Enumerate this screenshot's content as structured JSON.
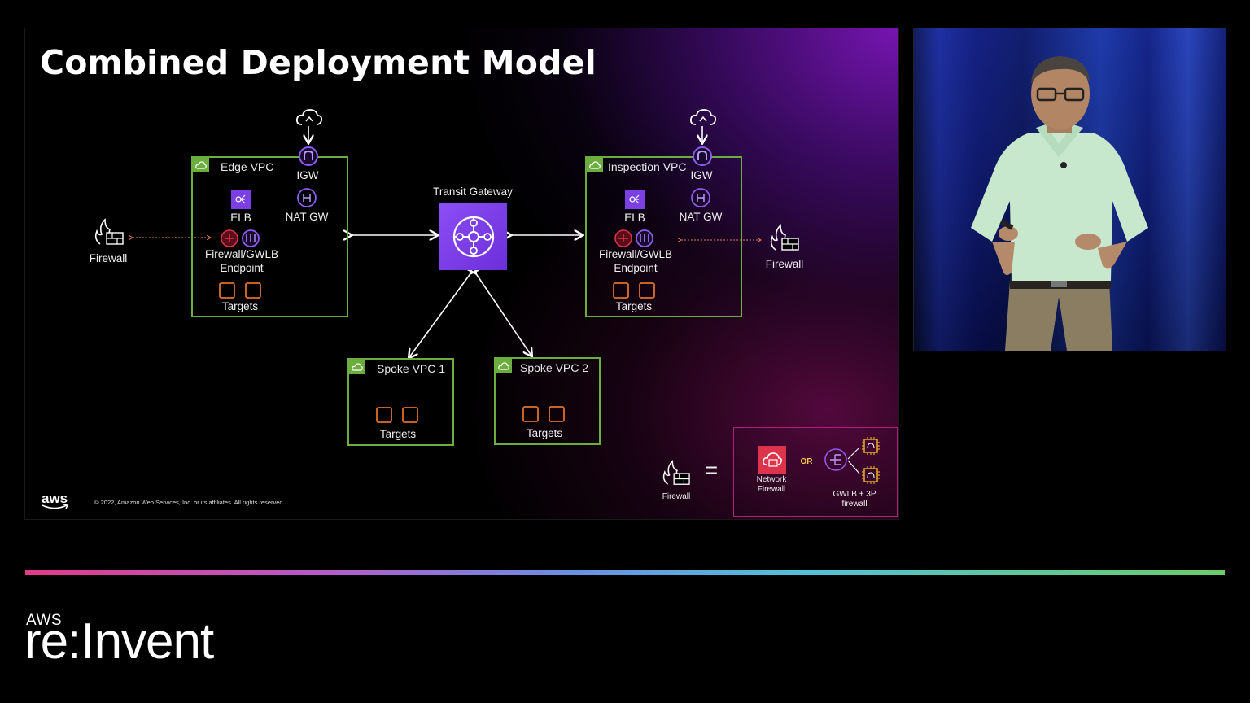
{
  "slide": {
    "title": "Combined Deployment Model",
    "copyright": "© 2022, Amazon Web Services, Inc. or its affiliates. All rights reserved.",
    "aws_logo": "aws"
  },
  "diagram": {
    "edge_vpc": {
      "label": "Edge VPC",
      "igw": "IGW",
      "elb": "ELB",
      "nat_gw": "NAT GW",
      "firewall_endpoint_line1": "Firewall/GWLB",
      "firewall_endpoint_line2": "Endpoint",
      "targets": "Targets"
    },
    "inspection_vpc": {
      "label": "Inspection VPC",
      "igw": "IGW",
      "elb": "ELB",
      "nat_gw": "NAT GW",
      "firewall_endpoint_line1": "Firewall/GWLB",
      "firewall_endpoint_line2": "Endpoint",
      "targets": "Targets"
    },
    "transit_gateway": "Transit Gateway",
    "spoke_vpc_1": {
      "label": "Spoke VPC 1",
      "targets": "Targets"
    },
    "spoke_vpc_2": {
      "label": "Spoke VPC 2",
      "targets": "Targets"
    },
    "firewall_left": "Firewall",
    "firewall_right": "Firewall"
  },
  "legend": {
    "firewall": "Firewall",
    "equals": "=",
    "network_firewall_line1": "Network",
    "network_firewall_line2": "Firewall",
    "or": "OR",
    "gwlb_line1": "GWLB + 3P",
    "gwlb_line2": "firewall"
  },
  "branding": {
    "aws": "AWS",
    "reinvent": "re:Invent"
  },
  "colors": {
    "vpc_border": "#6cae3e",
    "elb_purple": "#7b3fe4",
    "firewall_red": "#dd344c",
    "target_orange": "#e0702a",
    "legend_border": "#b0207a"
  }
}
